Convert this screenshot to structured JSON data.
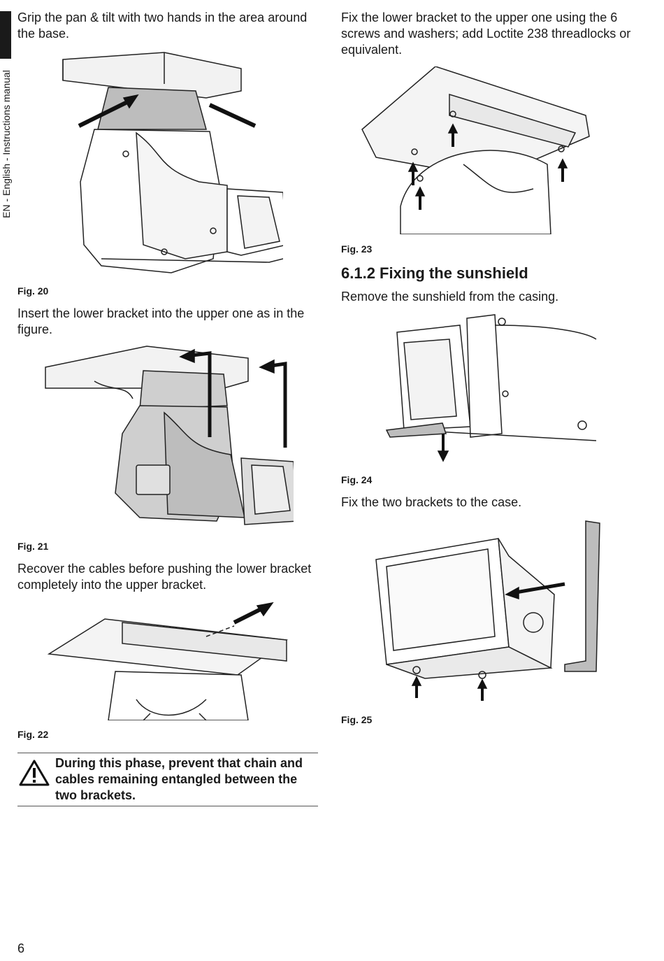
{
  "sidebar": {
    "label": "EN - English - Instructions manual"
  },
  "left": {
    "p1": "Grip the pan & tilt with two hands in the area around the base.",
    "fig20": "Fig. 20",
    "p2": "Insert the lower bracket into the upper one as in the figure.",
    "fig21": "Fig. 21",
    "p3": "Recover the cables before pushing the lower bracket completely into the upper bracket.",
    "fig22": "Fig. 22",
    "warning": "During this phase, prevent that chain and cables remaining entangled between the two brackets."
  },
  "right": {
    "p1": "Fix the lower bracket to the upper one using the 6 screws and washers; add Loctite 238 threadlocks or equivalent.",
    "fig23": "Fig. 23",
    "heading": "6.1.2  Fixing the sunshield",
    "p2": "Remove the sunshield from the casing.",
    "fig24": "Fig. 24",
    "p3": "Fix the two brackets to the case.",
    "fig25": "Fig. 25"
  },
  "footer": {
    "page_number": "6"
  },
  "icons": {
    "warning": "warning-triangle-icon",
    "arrow": "arrow-icon"
  }
}
